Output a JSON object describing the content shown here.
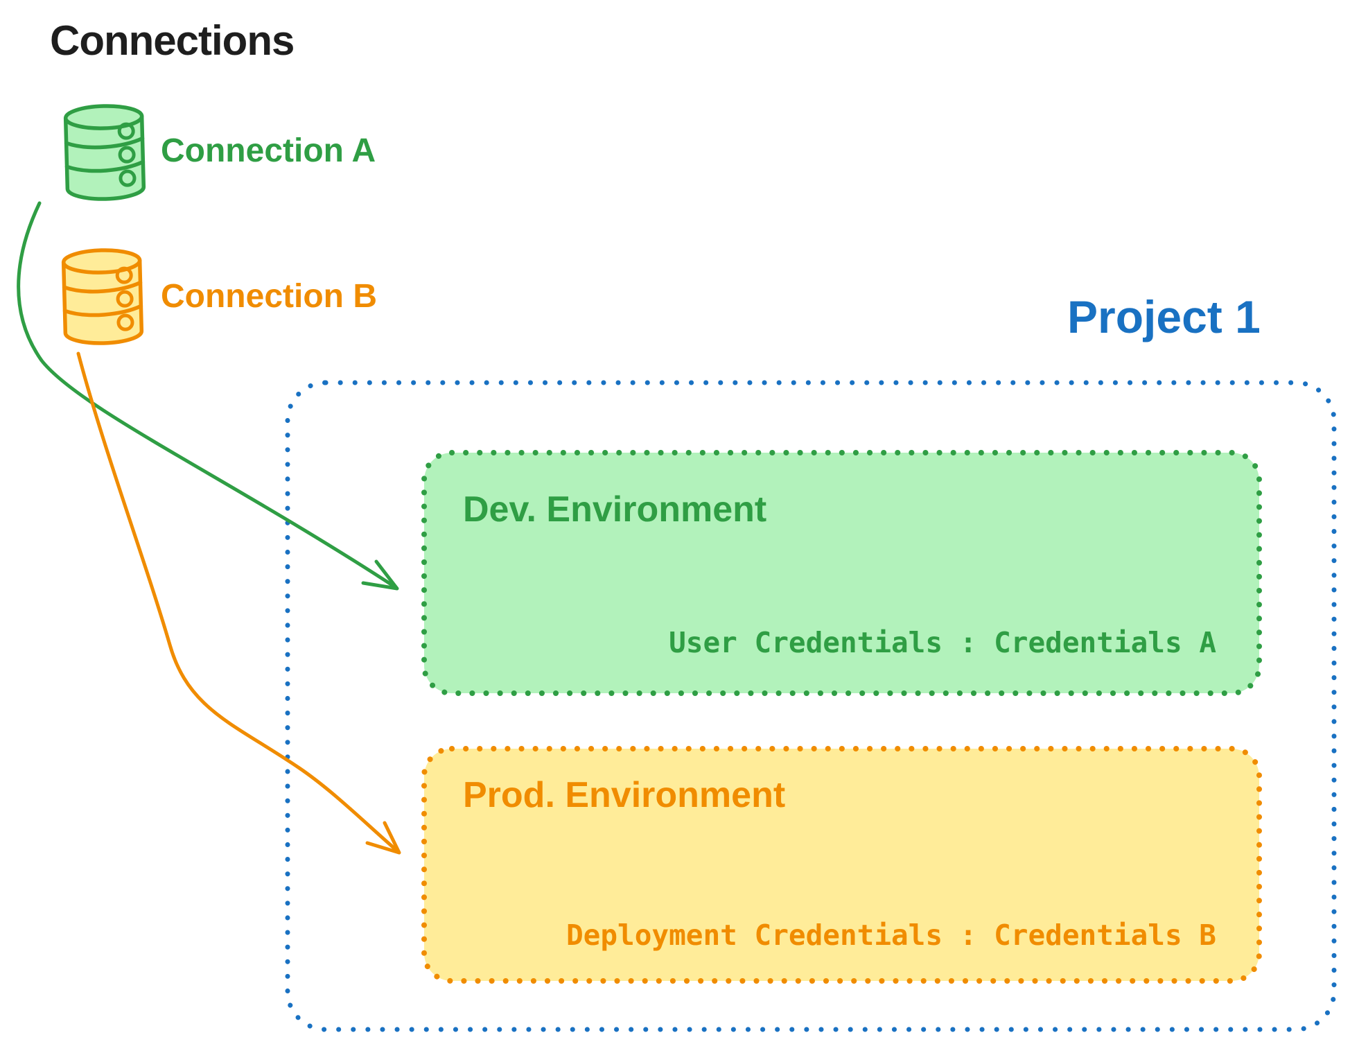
{
  "header": {
    "title": "Connections"
  },
  "connections": {
    "a": {
      "label": "Connection A",
      "color": "#2f9e44",
      "fill": "#b2f2bb"
    },
    "b": {
      "label": "Connection B",
      "color": "#f08c00",
      "fill": "#ffec99"
    }
  },
  "project": {
    "title": "Project 1",
    "color": "#1971c2",
    "environments": {
      "dev": {
        "title": "Dev. Environment",
        "credentials_label": "User Credentials : Credentials A",
        "stroke": "#2f9e44",
        "fill": "#b2f2bb"
      },
      "prod": {
        "title": "Prod. Environment",
        "credentials_label": "Deployment Credentials : Credentials B",
        "stroke": "#f08c00",
        "fill": "#ffec99"
      }
    }
  },
  "arrows": {
    "a_to_dev": {
      "from": "Connection A",
      "to": "Dev. Environment",
      "color": "#2f9e44"
    },
    "b_to_prod": {
      "from": "Connection B",
      "to": "Prod. Environment",
      "color": "#f08c00"
    }
  }
}
